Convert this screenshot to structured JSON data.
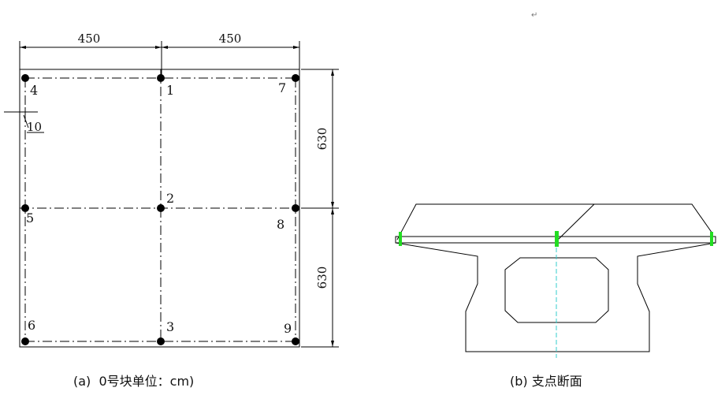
{
  "plan": {
    "dim_top_left": "450",
    "dim_top_right": "450",
    "dim_right_upper": "630",
    "dim_right_lower": "630",
    "dim_edge_offset": "10",
    "points": [
      {
        "id": "1",
        "label": "1"
      },
      {
        "id": "2",
        "label": "2"
      },
      {
        "id": "3",
        "label": "3"
      },
      {
        "id": "4",
        "label": "4"
      },
      {
        "id": "5",
        "label": "5"
      },
      {
        "id": "6",
        "label": "6"
      },
      {
        "id": "7",
        "label": "7"
      },
      {
        "id": "8",
        "label": "8"
      },
      {
        "id": "9",
        "label": "9"
      }
    ],
    "caption": "(a)  0号块单位：cm)"
  },
  "section": {
    "caption": "(b) 支点断面",
    "accent_color": "#22dd22",
    "axis_color": "#33cccc"
  },
  "page": {
    "paragraph_mark": "↵"
  }
}
